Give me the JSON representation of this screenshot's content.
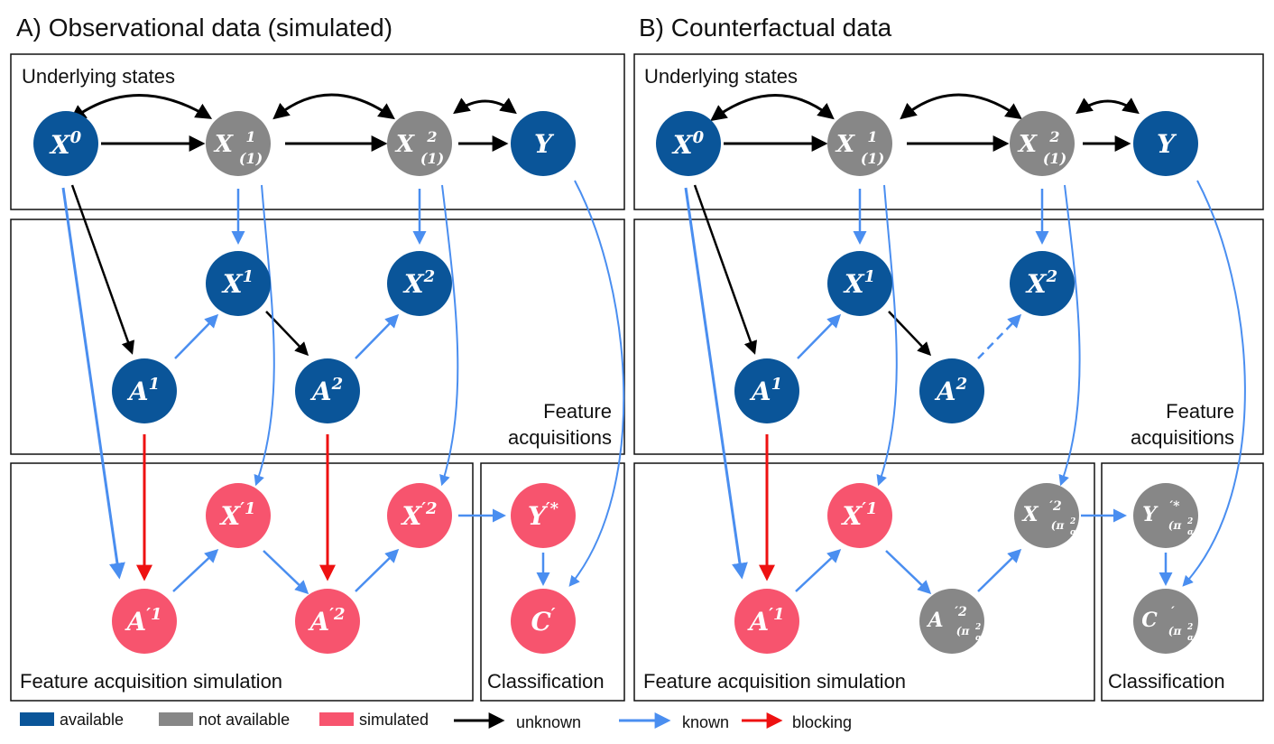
{
  "colors": {
    "available": "#0a5599",
    "not_available": "#878787",
    "simulated": "#f7546e",
    "unknown": "#000000",
    "known": "#4a8ef0",
    "blocking": "#ee1111"
  },
  "panels": [
    {
      "title": "A) Observational data (simulated)",
      "box_underlying": "Underlying states",
      "box_feature_line1": "Feature",
      "box_feature_line2": "acquisitions",
      "box_simulation": "Feature acquisition simulation",
      "box_classification": "Classification"
    },
    {
      "title": "B) Counterfactual data",
      "box_underlying": "Underlying states",
      "box_feature_line1": "Feature",
      "box_feature_line2": "acquisitions",
      "box_simulation": "Feature acquisition simulation",
      "box_classification": "Classification"
    }
  ],
  "legend": {
    "available": "available",
    "not_available": "not available",
    "simulated": "simulated",
    "unknown": "unknown",
    "known": "known",
    "blocking": "blocking"
  }
}
